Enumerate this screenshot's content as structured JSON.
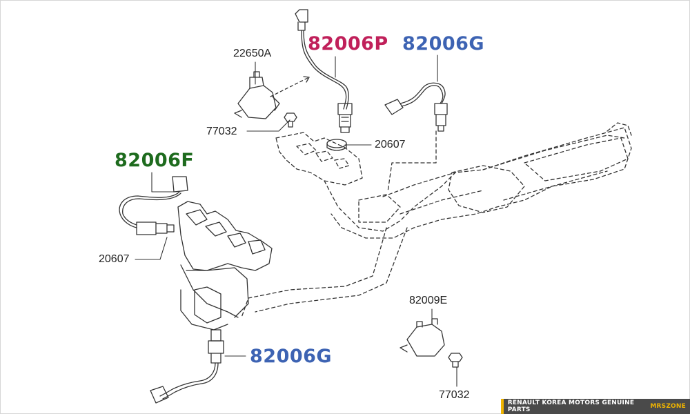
{
  "colors": {
    "p_label": "#c0205a",
    "g_label": "#3d63b3",
    "f_label": "#1e6b1e",
    "line": "#333333",
    "footer_bg": "#4a4a4a",
    "footer_accent": "#f0b400"
  },
  "callouts": {
    "c_22650A": "22650A",
    "c_77032_top": "77032",
    "c_20607_top": "20607",
    "c_20607_left": "20607",
    "c_82009E": "82009E",
    "c_77032_bottom": "77032"
  },
  "highlight_labels": {
    "p_82006P": "82006P",
    "g_82006G_top": "82006G",
    "f_82006F": "82006F",
    "g_82006G_bottom": "82006G"
  },
  "footer": {
    "text": "RENAULT KOREA MOTORS GENUINE PARTS",
    "brand": "MRSZONE"
  }
}
